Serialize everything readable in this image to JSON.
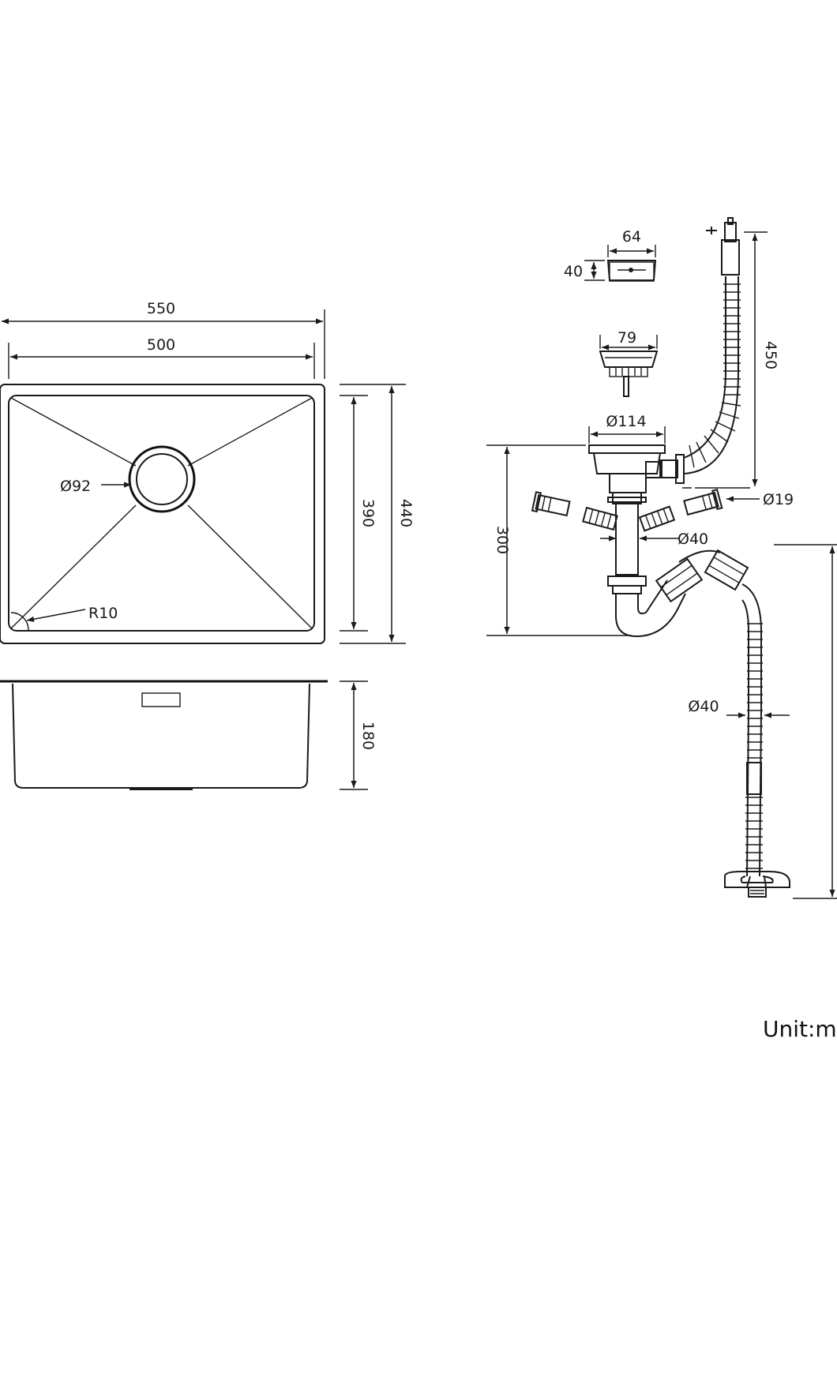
{
  "dimensions": {
    "outer_width": "550",
    "inner_width": "500",
    "outer_depth": "440",
    "inner_depth": "390",
    "drain_hole": "Ø92",
    "corner_radius": "R10",
    "bowl_height": "180",
    "overflow_width": "64",
    "overflow_height": "40",
    "basket_diameter": "79",
    "flange_diameter": "Ø114",
    "overflow_hose_length": "450",
    "overflow_hose_diameter": "Ø19",
    "trap_height": "300",
    "trap_outlet_diameter": "Ø40",
    "drain_hose_diameter": "Ø40"
  },
  "unit_label": "Unit:m"
}
